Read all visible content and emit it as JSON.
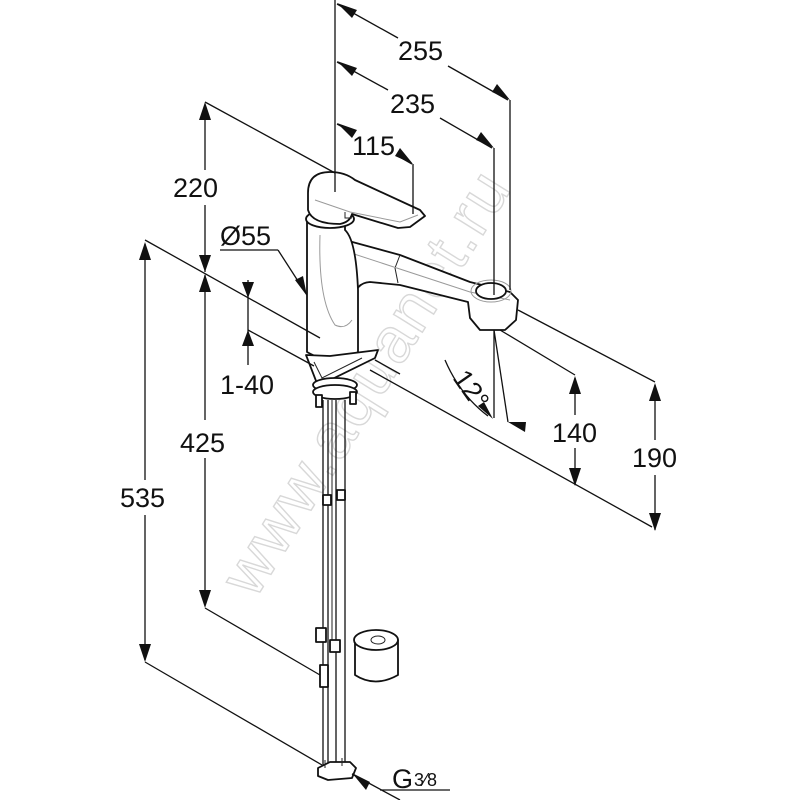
{
  "drawing": {
    "subject": "single-lever kitchen faucet with pull-out spray, technical dimension drawing",
    "units": "mm",
    "watermark": "www.aquanet.ru"
  },
  "dimensions": {
    "overall_reach": "255",
    "spout_reach": "235",
    "lever_reach": "115",
    "body_height": "220",
    "body_diameter": "Ø55",
    "countertop_thickness": "1-40",
    "hose_length_short": "425",
    "hose_length_long": "535",
    "spout_angle": "12°",
    "spout_clearance": "140",
    "spout_top_height": "190",
    "connection_thread_base": "G",
    "connection_thread_fraction": "3⁄8"
  },
  "components": [
    {
      "name": "lever-handle"
    },
    {
      "name": "faucet-body"
    },
    {
      "name": "pull-out-spout"
    },
    {
      "name": "mounting-bracket"
    },
    {
      "name": "supply-hoses"
    },
    {
      "name": "hose-weight"
    },
    {
      "name": "connection-nut"
    }
  ]
}
